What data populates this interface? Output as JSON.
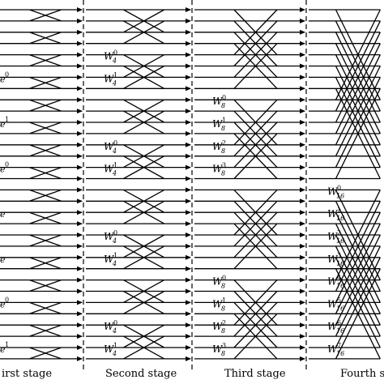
{
  "stages": [
    {
      "label": "irst stage"
    },
    {
      "label": "Second stage"
    },
    {
      "label": "Third stage"
    },
    {
      "label": "Fourth sta"
    }
  ],
  "left_edge_fragments": [
    {
      "base": "e",
      "sup": "0",
      "row": 6
    },
    {
      "base": "e",
      "sup": "1",
      "row": 10
    },
    {
      "base": "e",
      "sup": "0",
      "row": 14
    },
    {
      "base": "e",
      "sup": "",
      "row": 18
    },
    {
      "base": "e",
      "sup": "",
      "row": 22
    },
    {
      "base": "e",
      "sup": "0",
      "row": 26
    },
    {
      "base": "e",
      "sup": "1",
      "row": 30
    }
  ],
  "twiddles": {
    "second_stage": [
      {
        "base": "W",
        "sup": "0",
        "sub": "4",
        "row": 4
      },
      {
        "base": "W",
        "sup": "1",
        "sub": "4",
        "row": 6
      },
      {
        "base": "W",
        "sup": "0",
        "sub": "4",
        "row": 12
      },
      {
        "base": "W",
        "sup": "1",
        "sub": "4",
        "row": 14
      },
      {
        "base": "W",
        "sup": "0",
        "sub": "4",
        "row": 20
      },
      {
        "base": "W",
        "sup": "1",
        "sub": "4",
        "row": 22
      },
      {
        "base": "W",
        "sup": "0",
        "sub": "4",
        "row": 28
      },
      {
        "base": "W",
        "sup": "1",
        "sub": "4",
        "row": 30
      }
    ],
    "third_stage": [
      {
        "base": "W",
        "sup": "0",
        "sub": "8",
        "row": 8
      },
      {
        "base": "W",
        "sup": "1",
        "sub": "8",
        "row": 10
      },
      {
        "base": "W",
        "sup": "2",
        "sub": "8",
        "row": 12
      },
      {
        "base": "W",
        "sup": "3",
        "sub": "8",
        "row": 14
      },
      {
        "base": "W",
        "sup": "0",
        "sub": "8",
        "row": 24
      },
      {
        "base": "W",
        "sup": "1",
        "sub": "8",
        "row": 26
      },
      {
        "base": "W",
        "sup": "2",
        "sub": "8",
        "row": 28
      },
      {
        "base": "W",
        "sup": "3",
        "sub": "8",
        "row": 30
      }
    ],
    "fourth_stage": [
      {
        "base": "W",
        "sup": "0",
        "sub": "16",
        "row": 16
      },
      {
        "base": "W",
        "sup": "1",
        "sub": "16",
        "row": 18
      },
      {
        "base": "W",
        "sup": "2",
        "sub": "16",
        "row": 20
      },
      {
        "base": "W",
        "sup": "3",
        "sub": "16",
        "row": 22
      },
      {
        "base": "W",
        "sup": "4",
        "sub": "16",
        "row": 24
      },
      {
        "base": "W",
        "sup": "5",
        "sub": "16",
        "row": 26
      },
      {
        "base": "W",
        "sup": "6",
        "sub": "16",
        "row": 28
      },
      {
        "base": "W",
        "sup": "7",
        "sub": "16",
        "row": 30
      }
    ]
  },
  "butterfly": {
    "rows": 32,
    "stage_spans": [
      2,
      4,
      8,
      16
    ]
  }
}
